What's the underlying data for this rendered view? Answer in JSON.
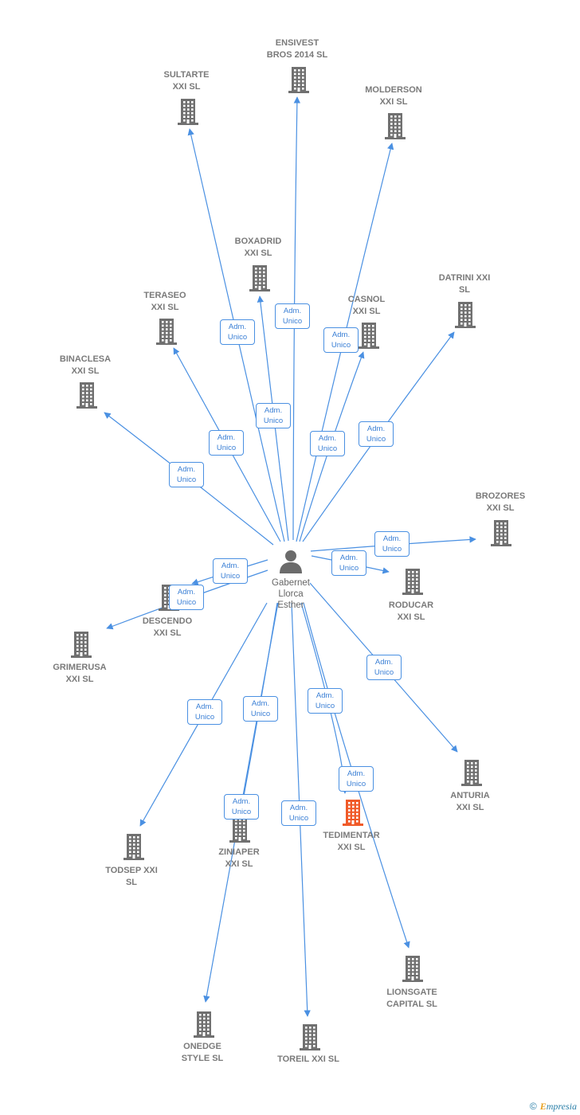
{
  "center": {
    "label": "Gabernet\nLlorca\nEsther"
  },
  "edge_label": "Adm.\nUnico",
  "colors": {
    "edge": "#4a90e2",
    "building": "#707070",
    "highlight": "#f05a28"
  },
  "nodes": [
    {
      "id": "ensivest",
      "label": "ENSIVEST\nBROS 2014  SL"
    },
    {
      "id": "sultarte",
      "label": "SULTARTE\nXXI  SL"
    },
    {
      "id": "molderson",
      "label": "MOLDERSON\nXXI  SL"
    },
    {
      "id": "boxadrid",
      "label": "BOXADRID\nXXI  SL"
    },
    {
      "id": "teraseo",
      "label": "TERASEO\nXXI  SL"
    },
    {
      "id": "casnol",
      "label": "CASNOL\nXXI  SL"
    },
    {
      "id": "datrini",
      "label": "DATRINI XXI\nSL"
    },
    {
      "id": "binaclesa",
      "label": "BINACLESA\nXXI  SL"
    },
    {
      "id": "brozores",
      "label": "BROZORES\nXXI  SL"
    },
    {
      "id": "rodücar",
      "label": "RODUCAR\nXXI  SL"
    },
    {
      "id": "descendo",
      "label": "DESCENDO\nXXI  SL"
    },
    {
      "id": "grimerusa",
      "label": "GRIMERUSA\nXXI  SL"
    },
    {
      "id": "anturia",
      "label": "ANTURIA\nXXI  SL"
    },
    {
      "id": "tedimentar",
      "label": "TEDIMENTAR\nXXI  SL",
      "highlight": true
    },
    {
      "id": "todsep",
      "label": "TODSEP XXI\nSL"
    },
    {
      "id": "ziniaper",
      "label": "ZINIAPER\nXXI  SL"
    },
    {
      "id": "lionsgate",
      "label": "LIONSGATE\nCAPITAL  SL"
    },
    {
      "id": "onedge",
      "label": "ONEDGE\nSTYLE  SL"
    },
    {
      "id": "toreil",
      "label": "TOREIL XXI  SL"
    }
  ],
  "footer": {
    "copyright": "©",
    "brand_first": "E",
    "brand_rest": "mpresia"
  }
}
